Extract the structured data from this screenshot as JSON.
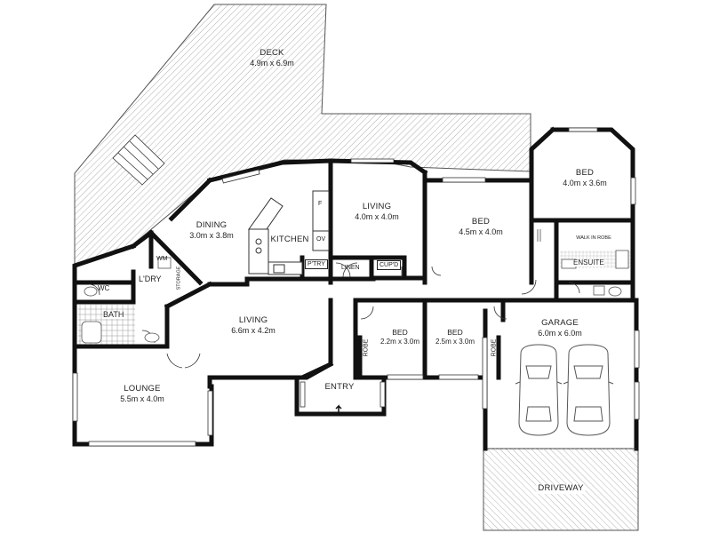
{
  "rooms": {
    "deck": {
      "name": "DECK",
      "dims": "4.9m x 6.9m"
    },
    "dining": {
      "name": "DINING",
      "dims": "3.0m x 3.8m"
    },
    "kitchen": {
      "name": "KITCHEN"
    },
    "living_upper": {
      "name": "LIVING",
      "dims": "4.0m x 4.0m"
    },
    "bed_middle": {
      "name": "BED",
      "dims": "4.5m x 4.0m"
    },
    "bed_master": {
      "name": "BED",
      "dims": "4.0m x 3.6m"
    },
    "living_main": {
      "name": "LIVING",
      "dims": "6.6m x 4.2m"
    },
    "lounge": {
      "name": "LOUNGE",
      "dims": "5.5m x 4.0m"
    },
    "bed_small_1": {
      "name": "BED",
      "dims": "2.2m x 3.0m"
    },
    "bed_small_2": {
      "name": "BED",
      "dims": "2.5m x 3.0m"
    },
    "garage": {
      "name": "GARAGE",
      "dims": "6.0m x 6.0m"
    },
    "entry": {
      "name": "ENTRY"
    },
    "driveway": {
      "name": "DRIVEWAY"
    }
  },
  "small_labels": {
    "laundry": "L'DRY",
    "wm": "WM",
    "storage": "STORAGE",
    "wc": "WC",
    "bath": "BATH",
    "pantry": "P'TRY",
    "linen": "LINEN",
    "cupboard": "CUP'D",
    "ensuite": "ENSUITE",
    "walk_in_robe": "WALK IN ROBE",
    "robe_left": "ROBE",
    "robe_right": "ROBE",
    "fridge": "F",
    "oven": "OV"
  },
  "colors": {
    "wall": "#111111",
    "hatch": "#9a9a9a",
    "fixture": "#555555"
  }
}
